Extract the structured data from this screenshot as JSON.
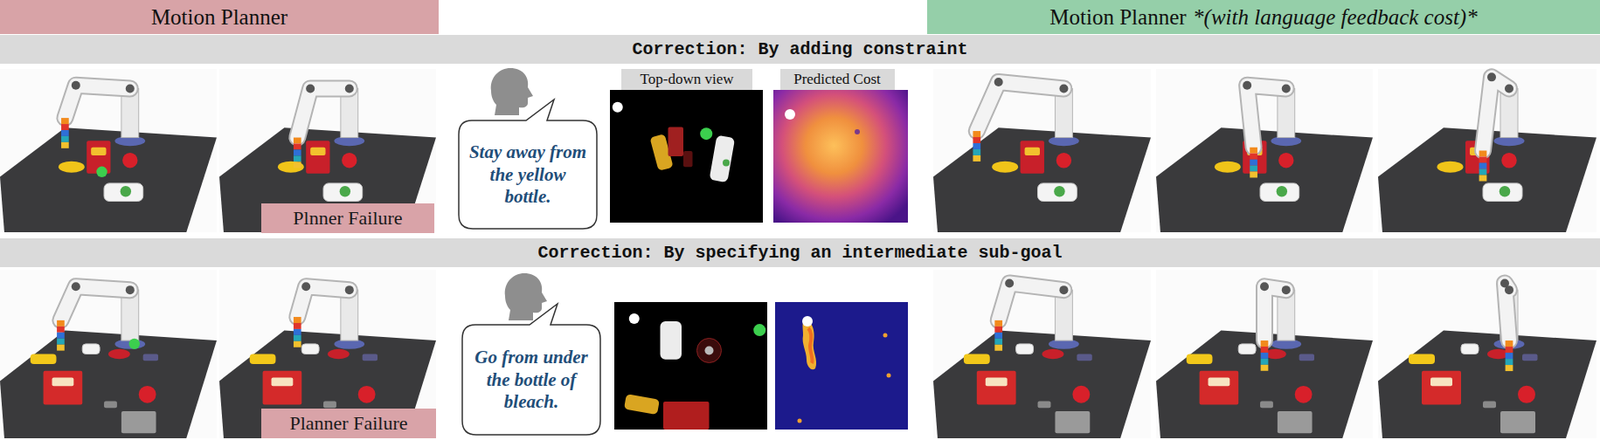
{
  "diagram": {
    "nodes": [
      {
        "text": [
          "Motion Planner"
        ]
      },
      {
        "text": [
          "Motion Planner",
          "*(with language feedback cost)*"
        ]
      },
      {
        "text": [
          "Correction: By adding constraint"
        ]
      },
      {
        "text": [
          "Plnner Failure"
        ]
      },
      {
        "text": [
          "Stay away from the yellow bottle."
        ]
      },
      {
        "text": [
          "Top-down view"
        ]
      },
      {
        "text": [
          "Predicted Cost"
        ]
      },
      {
        "text": [
          "Correction: By specifying an intermediate sub-goal"
        ]
      },
      {
        "text": [
          "Planner Failure"
        ]
      },
      {
        "text": [
          "Go from under the bottle of bleach."
        ]
      }
    ]
  }
}
